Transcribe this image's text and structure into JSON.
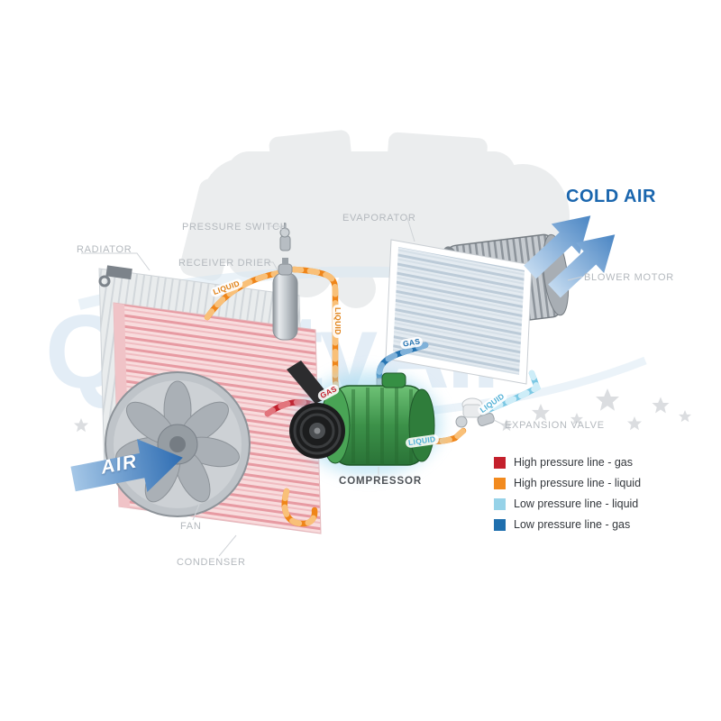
{
  "watermark": {
    "text": "QualityAir"
  },
  "flow": {
    "cold_air": "COLD AIR",
    "air": "AIR"
  },
  "component_labels": {
    "radiator": "RADIATOR",
    "pressure_switch": "PRESSURE SWITCH",
    "receiver_drier": "RECEIVER DRIER",
    "evaporator": "EVAPORATOR",
    "blower_motor": "BLOWER MOTOR",
    "expansion_valve": "EXPANSION VALVE",
    "compressor": "COMPRESSOR",
    "fan": "FAN",
    "condenser": "CONDENSER"
  },
  "pipe_labels": [
    {
      "text": "LIQUID",
      "color": "#e07f12"
    },
    {
      "text": "LIQUID",
      "color": "#e07f12"
    },
    {
      "text": "GAS",
      "color": "#1f6fae"
    },
    {
      "text": "GAS",
      "color": "#c4202c"
    },
    {
      "text": "LIQUID",
      "color": "#4fb0d6"
    },
    {
      "text": "LIQUID",
      "color": "#4fb0d6"
    }
  ],
  "legend": {
    "items": [
      {
        "label": "High pressure line - gas",
        "color": "#c4202c"
      },
      {
        "label": "High pressure line - liquid",
        "color": "#f28a1e"
      },
      {
        "label": "Low pressure line - liquid",
        "color": "#96d2e8"
      },
      {
        "label": "Low pressure line - gas",
        "color": "#1f6fae"
      }
    ]
  }
}
